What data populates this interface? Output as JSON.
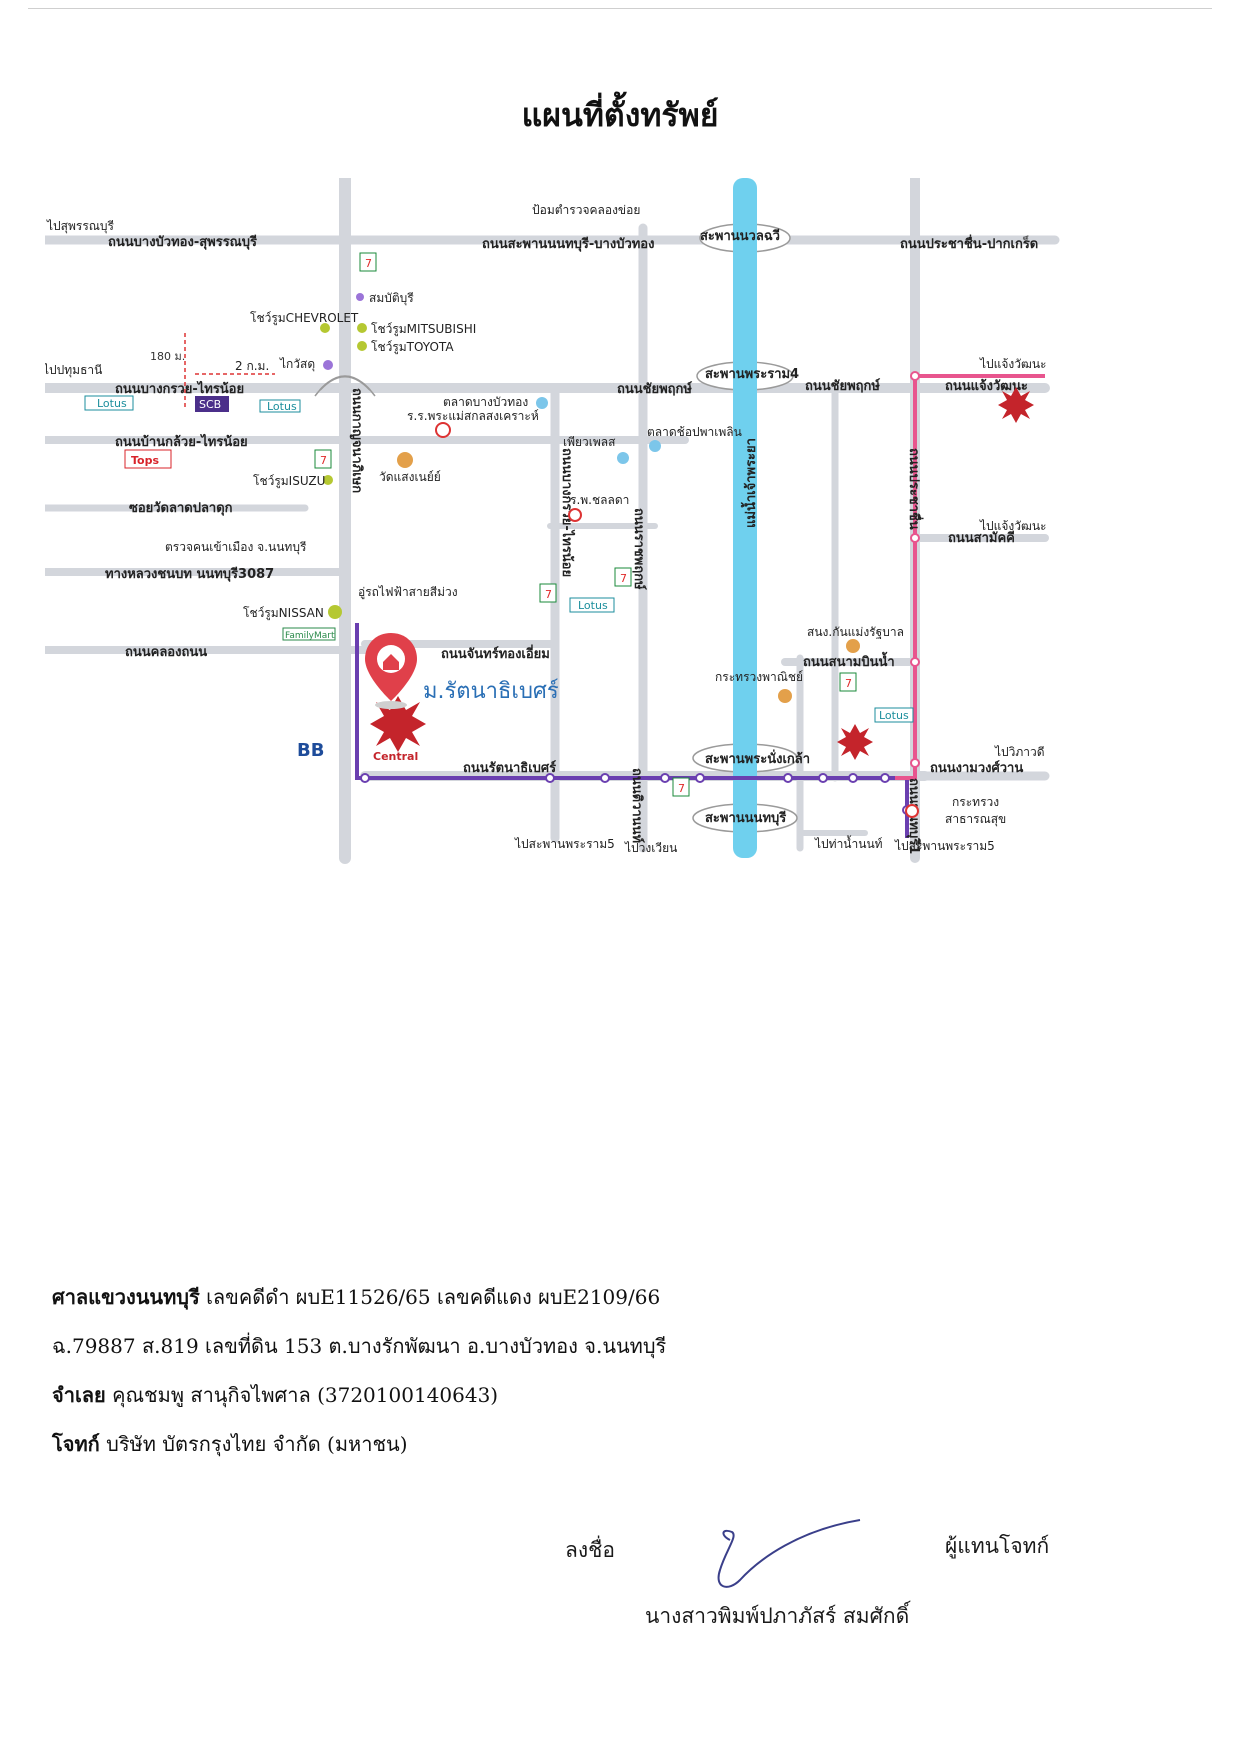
{
  "document": {
    "title": "แผนที่ตั้งทรัพย์"
  },
  "map": {
    "property_label": "ม.รัตนาธิเบศร์",
    "river_label": "แม่น้ำเจ้าพระยา",
    "roads": {
      "bangbuathong_suphan": "ถนนบางบัวทอง-สุพรรณบุรี",
      "sapan_nonthaburi_bangbuathong": "ถนนสะพานนนทบุรี-บางบัวทอง",
      "prachachuen_pakkret": "ถนนประชาชื่น-ปากเกร็ด",
      "bangkruai_sainoi": "ถนนบางกรวย-ไทรน้อย",
      "chaiyaphruek_1": "ถนนชัยพฤกษ์",
      "chaiyaphruek_2": "ถนนชัยพฤกษ์",
      "chaengwattana": "ถนนแจ้งวัฒนะ",
      "bankluay_sainoi": "ถนนบ้านกล้วย-ไทรน้อย",
      "soi_watladpladuk": "ซอยวัดลาดปลาดุก",
      "highway_3087": "ทางหลวงชนบท นนทบุรี3087",
      "khlong_thanon": "ถนนคลองถนน",
      "chan_thongiam": "ถนนจันทร์ทองเอี่ยม",
      "sanambinnam": "ถนนสนามบินน้ำ",
      "rattanathibet": "ถนนรัตนาธิเบศร์",
      "ngamwongwan": "ถนนงามวงศ์วาน",
      "samakkhi": "ถนนสามัคคี",
      "kanchanaphisek": "ถนนกาญจนาภิเษก",
      "ratchaphruek": "ถนนราชพฤกษ์",
      "bangkruai_sainoi_v": "ถนนบางกรวย-ไทรน้อย",
      "tiwanon": "ถนนติวานนท์",
      "prachachuen_v": "ถนนประชาชื่น",
      "nonthaburi1": "ถนนนนทบุรี1"
    },
    "bridges": {
      "nuanchawi": "สะพานนวลฉวี",
      "rama4": "สะพานพระราม4",
      "nangklao": "สะพานพระนั่งเกล้า",
      "nonthaburi": "สะพานนนทบุรี"
    },
    "directions": {
      "to_suphanburi": "ไปสุพรรณบุรี",
      "to_pathumthani": "ไปปทุมธานี",
      "to_chaengwattana_1": "ไปแจ้งวัฒนะ",
      "to_chaengwattana_2": "ไปแจ้งวัฒนะ",
      "to_vibhavadi": "ไปวิภาวดี",
      "to_rama5_bridge": "ไปสะพานพระราม5",
      "to_wongwian": "ไปวงเวียน",
      "to_tha_nam_non": "ไปท่าน้ำนนท์",
      "to_rama5_bridge_2": "ไปสะพานพระราม5"
    },
    "distances": {
      "dist_180m": "180 ม.",
      "dist_2km": "2 ก.ม."
    },
    "places": {
      "police_khlongkhoi": "ป้อมตำรวจคลองข่อย",
      "sombatburi": "สมบัติบุรี",
      "chevrolet": "โชว์รูมCHEVROLET",
      "mitsubishi": "โชว์รูมMITSUBISHI",
      "toyota": "โชว์รูมTOYOTA",
      "isuzu": "โชว์รูมISUZU",
      "nissan": "โชว์รูมNISSAN",
      "kaewsadu": "ไกวัสดุ",
      "talad_bangbuathong": "ตลาดบางบัวทอง",
      "school": "ร.ร.พระแม่สกลสงเคราะห์",
      "wat_laengnoi": "วัดแสงเนย์ย์",
      "piyaplace": "เพียวเพลส",
      "talad_chopapaplin": "ตลาดช้อปพาเพลิน",
      "hospital_chonlada": "ร.พ.ชลลดา",
      "immigration": "ตรวจคนเข้าเมือง จ.นนทบุรี",
      "purple_line": "อู่รถไฟฟ้าสายสีม่วง",
      "budget_office": "สนง.กันแม่งรัฐบาล",
      "commerce_ministry": "กระทรวงพาณิชย์",
      "public_health_1": "กระทรวง",
      "public_health_2": "สาธารณสุข"
    },
    "logos": {
      "scb": "SCB",
      "lotus": "Lotus",
      "tops": "Tops",
      "central": "Central",
      "bb": "BB",
      "familymart": "FamilyMart",
      "seven": "7"
    }
  },
  "case_info": {
    "court_label": "ศาลแขวงนนทบุรี",
    "case_numbers": " เลขคดีดำ ผบE11526/65  เลขคดีแดง  ผบE2109/66",
    "deed_line": "ฉ.79887 ส.819 เลขที่ดิน 153 ต.บางรักพัฒนา อ.บางบัวทอง จ.นนทบุรี",
    "defendant_label": "จำเลย",
    "defendant_value": "  คุณชมพู สานุกิจไพศาล  (3720100140643)",
    "plaintiff_label": "โจทก์",
    "plaintiff_value": " บริษัท บัตรกรุงไทย จำกัด (มหาชน)"
  },
  "signature": {
    "sign_label": "ลงชื่อ",
    "role": "ผู้แทนโจทก์",
    "name": "นางสาวพิมพ์ปภาภัสร์ สมศักดิ์"
  },
  "colors": {
    "road": "#d3d6dc",
    "river": "#6fd0ee",
    "purple_line": "#6a3fb0",
    "pink_line": "#e8558e",
    "property_pin": "#e0404a",
    "central_red": "#c4242b"
  }
}
